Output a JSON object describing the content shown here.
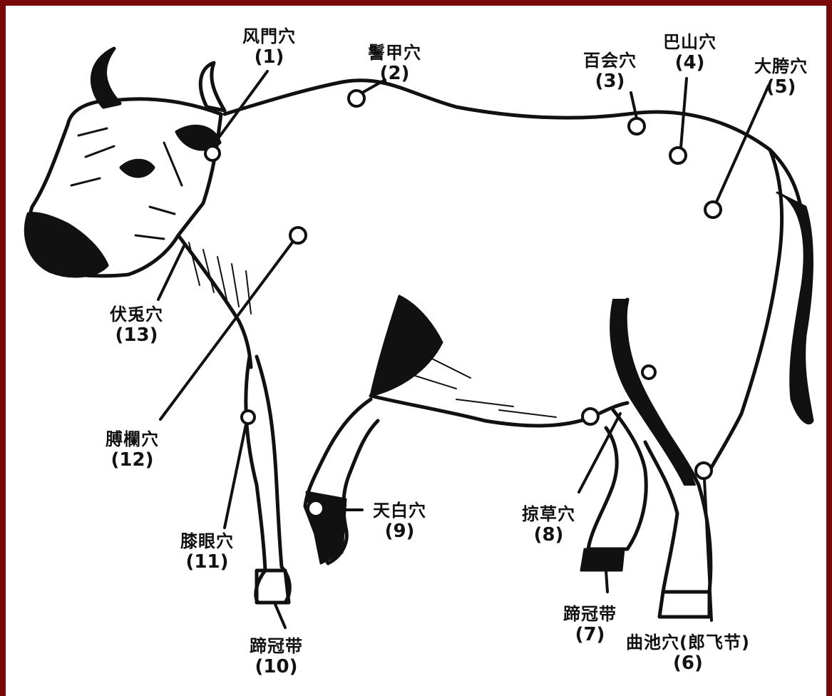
{
  "colors": {
    "frame": "#7a0a0a",
    "background": "#ffffff",
    "ink": "#111111"
  },
  "points": [
    {
      "id": "1",
      "name": "风門穴",
      "number": "(1)"
    },
    {
      "id": "2",
      "name": "鬐甲穴",
      "number": "(2)"
    },
    {
      "id": "3",
      "name": "百会穴",
      "number": "(3)"
    },
    {
      "id": "4",
      "name": "巴山穴",
      "number": "(4)"
    },
    {
      "id": "5",
      "name": "大胯穴",
      "number": "(5)"
    },
    {
      "id": "6",
      "name": "曲池穴(郎飞节)",
      "number": "(6)"
    },
    {
      "id": "7",
      "name": "蹄冠带",
      "number": "(7)"
    },
    {
      "id": "8",
      "name": "掠草穴",
      "number": "(8)"
    },
    {
      "id": "9",
      "name": "天白穴",
      "number": "(9)"
    },
    {
      "id": "10",
      "name": "蹄冠带",
      "number": "(10)"
    },
    {
      "id": "11",
      "name": "膝眼穴",
      "number": "(11)"
    },
    {
      "id": "12",
      "name": "膊欄穴",
      "number": "(12)"
    },
    {
      "id": "13",
      "name": "伏兎穴",
      "number": "(13)"
    }
  ]
}
